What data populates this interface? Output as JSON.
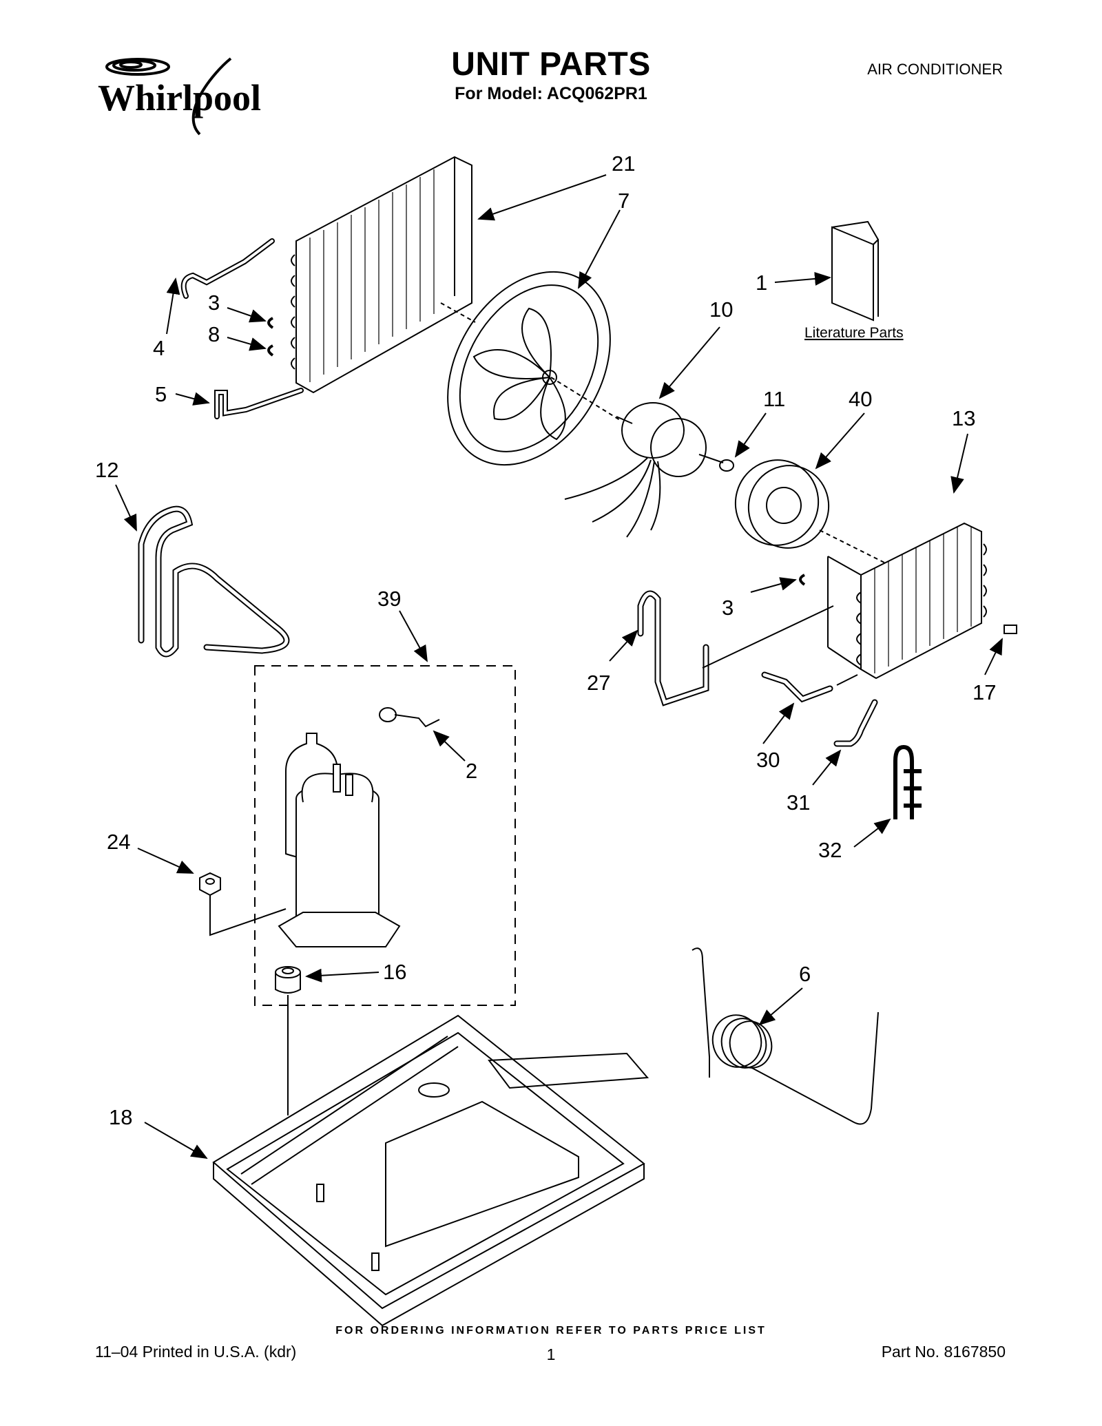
{
  "header": {
    "brand": "Whirlpool",
    "title": "UNIT PARTS",
    "subtitle": "For Model: ACQ062PR1",
    "product": "AIR CONDITIONER"
  },
  "diagram": {
    "callouts": [
      "21",
      "7",
      "1",
      "10",
      "11",
      "40",
      "13",
      "3",
      "8",
      "4",
      "5",
      "12",
      "3",
      "27",
      "17",
      "30",
      "31",
      "32",
      "39",
      "2",
      "24",
      "16",
      "6",
      "18"
    ],
    "literature_caption": "Literature Parts"
  },
  "footer": {
    "notice": "FOR ORDERING INFORMATION REFER TO PARTS PRICE LIST",
    "printed": "11–04 Printed in U.S.A. (kdr)",
    "page": "1",
    "part_no": "Part No. 8167850"
  }
}
